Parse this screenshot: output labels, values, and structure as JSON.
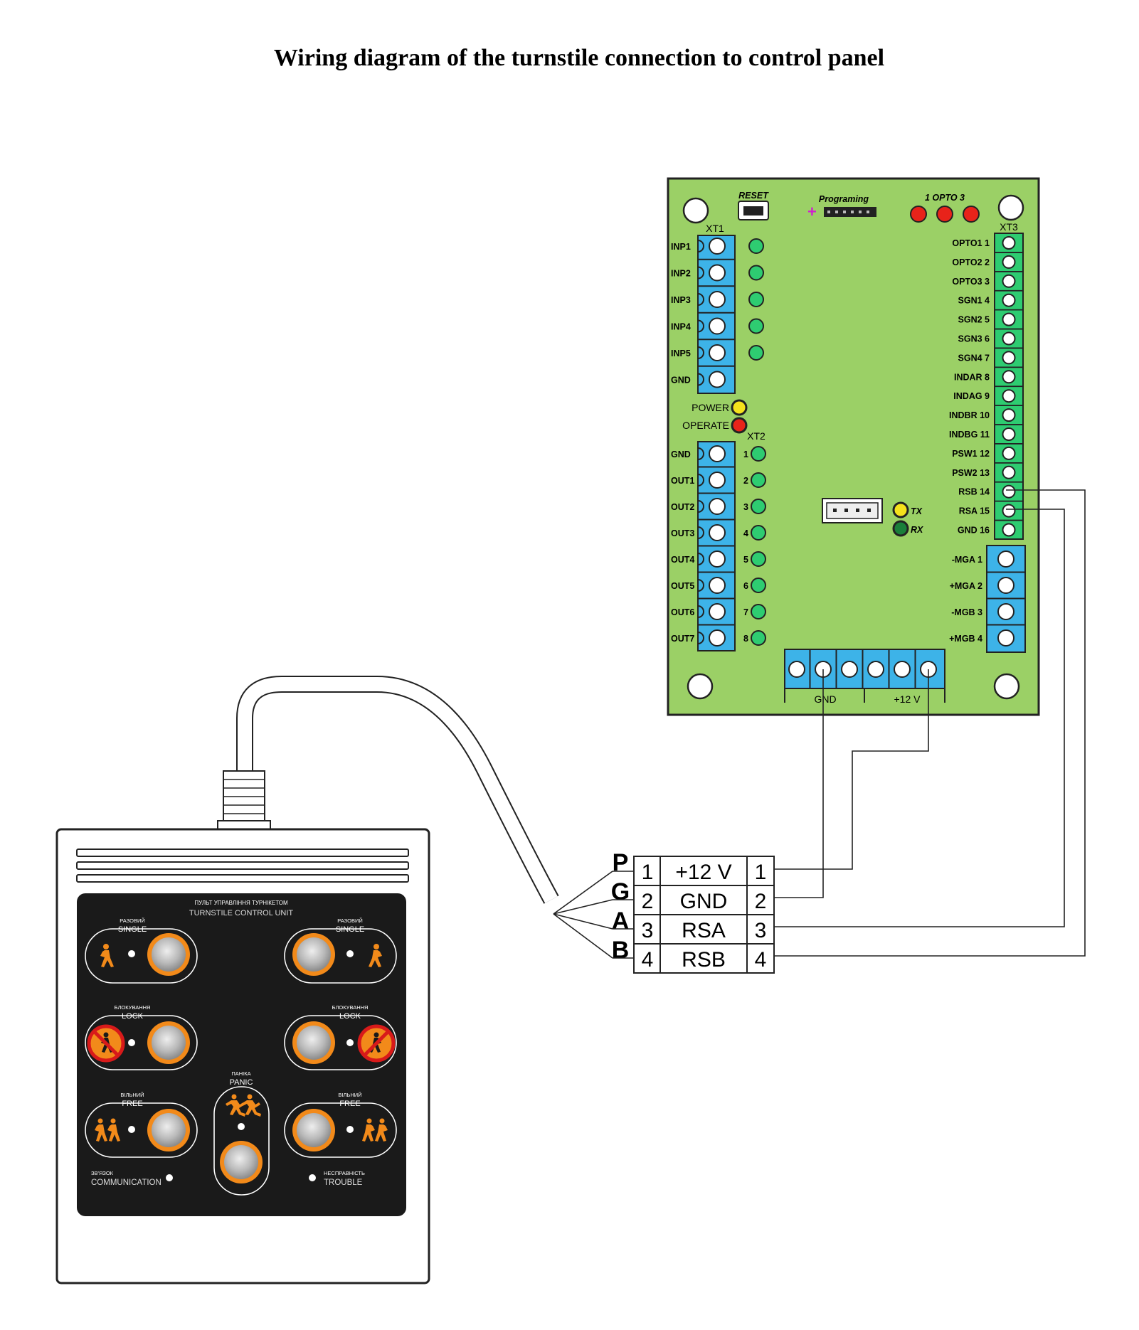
{
  "title": "Wiring diagram of the turnstile connection to control panel",
  "board": {
    "reset_label": "RESET",
    "programming_label": "Programing",
    "plus_sign": "+",
    "opto_header": "1  OPTO  3",
    "xt1_label": "XT1",
    "xt2_label": "XT2",
    "xt3_label": "XT3",
    "power_label": "POWER",
    "operate_label": "OPERATE",
    "tx_label": "TX",
    "rx_label": "RX",
    "gnd_bottom": "GND",
    "v12_bottom": "+12 V",
    "colors": {
      "pcb": "#9bd066",
      "terminal": "#3db3e8",
      "led_green": "#2ecc71",
      "led_red": "#e8231a",
      "led_yellow": "#f5e11c"
    },
    "xt1_pins": [
      "INP1",
      "INP2",
      "INP3",
      "INP4",
      "INP5",
      "GND"
    ],
    "xt2_pins": [
      "GND",
      "OUT1",
      "OUT2",
      "OUT3",
      "OUT4",
      "OUT5",
      "OUT6",
      "OUT7"
    ],
    "xt2_led_numbers": [
      "1",
      "2",
      "3",
      "4",
      "5",
      "6",
      "7",
      "8"
    ],
    "xt3_pins": [
      "OPTO1  1",
      "OPTO2  2",
      "OPTO3 3",
      "SGN1 4",
      "SGN2 5",
      "SGN3 6",
      "SGN4 7",
      "INDAR 8",
      "INDAG 9",
      "INDBR 10",
      "INDBG 11",
      "PSW1 12",
      "PSW2 13",
      "RSB 14",
      "RSA 15",
      "GND 16"
    ],
    "mg_pins": [
      "-MGA  1",
      "+MGA  2",
      "-MGB  3",
      "+MGB  4"
    ]
  },
  "connector": {
    "rows": [
      {
        "letter": "P",
        "num_left": "1",
        "signal": "+12 V",
        "num_right": "1"
      },
      {
        "letter": "G",
        "num_left": "2",
        "signal": "GND",
        "num_right": "2"
      },
      {
        "letter": "A",
        "num_left": "3",
        "signal": "RSA",
        "num_right": "3"
      },
      {
        "letter": "B",
        "num_left": "4",
        "signal": "RSB",
        "num_right": "4"
      }
    ]
  },
  "control_unit": {
    "header_ua": "ПУЛЬТ УПРАВЛІННЯ ТУРНІКЕТОМ",
    "header_en": "TURNSTILE CONTROL UNIT",
    "single_ua": "РАЗОВИЙ",
    "single_en": "SINGLE",
    "lock_ua": "БЛОКУВАННЯ",
    "lock_en": "LOCK",
    "free_ua": "ВІЛЬНИЙ",
    "free_en": "FREE",
    "panic_ua": "ПАНІКА",
    "panic_en": "PANIC",
    "comm_ua": "ЗВ'ЯЗОК",
    "comm_en": "COMMUNICATION",
    "trouble_ua": "НЕСПРАВНІСТЬ",
    "trouble_en": "TROUBLE",
    "icons": [
      "single-passage-icon",
      "lock-no-pass-icon",
      "free-pass-icon",
      "panic-run-icon"
    ]
  }
}
